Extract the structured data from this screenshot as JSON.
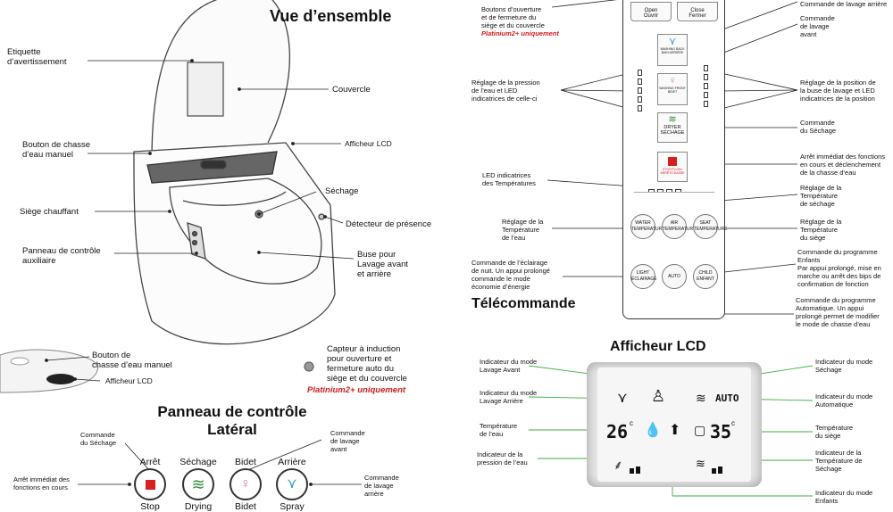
{
  "overview": {
    "title": "Vue d’ensemble",
    "labels": {
      "warning": "Etiquette\nd’avertissement",
      "lid": "Couvercle",
      "flush_button": "Bouton de chasse\nd’eau manuel",
      "lcd": "Afficheur LCD",
      "drying": "Séchage",
      "presence": "Détecteur de présence",
      "heated_seat": "Siège chauffant",
      "aux_panel": "Panneau de contrôle\nauxiliaire",
      "nozzle": "Buse pour\nLavage avant\net arrière",
      "induction": "Capteur à induction\npour ouverture et\nfermeture auto du\nsiège et du couvercle",
      "induction_note": "Platinium2+ uniquement"
    },
    "inset": {
      "flush_button": "Bouton de\nchasse d’eau manuel",
      "lcd": "Afficheur LCD"
    }
  },
  "side_panel": {
    "title": "Panneau de contrôle\nLatéral",
    "buttons": [
      {
        "label": "Arrêt",
        "sub": "Stop",
        "color": "#d81f1f"
      },
      {
        "label": "Séchage",
        "sub": "Drying",
        "color": "#2e8b3a"
      },
      {
        "label": "Bidet",
        "sub": "Bidet",
        "color": "#e07a90"
      },
      {
        "label": "Arrière",
        "sub": "Spray",
        "color": "#3aa0c8"
      }
    ],
    "annotations": {
      "drying_cmd": "Commande\ndu Séchage",
      "front_wash_cmd": "Commande\nde lavage\navant",
      "stop_all": "Arrêt immédiat des\nfonctions en cours",
      "rear_wash_cmd": "Commande\nde lavage\narrière"
    }
  },
  "remote": {
    "title": "Télécommande",
    "top_buttons": [
      {
        "label": "Open\nOuvrir"
      },
      {
        "label": "Close\nFermer"
      }
    ],
    "buttons": {
      "rear": "WASHING BACK\nBAIN ARRIÈRE",
      "front": "WASHING FRONT\nBIDET",
      "dryer": "DRYER\nSÉCHAGE",
      "stop": "STOP/FLUSH\nARRÊT/CHASSE"
    },
    "round_buttons": [
      {
        "label": "WATER\nTEMPERATURE"
      },
      {
        "label": "AIR\nTEMPERATURE"
      },
      {
        "label": "SEAT\nTEMPERATURE"
      },
      {
        "label": "LIGHT\nÉCLAIRAGE"
      },
      {
        "label": "AUTO"
      },
      {
        "label": "CHILD\nENFANT"
      }
    ],
    "annotations": {
      "open_close": "Boutons d’ouverture\net de fermeture du\nsiège et du couvercle",
      "open_close_note": "Platinium2+ uniquement",
      "rear_wash": "Commande de lavage arrière",
      "front_wash": "Commande\nde lavage\navant",
      "pressure": "Réglage de la pression\nde l’eau et LED\nindicatrices de celle-ci",
      "position": "Réglage de la position de\nla buse de lavage et LED\nindicatrices de la position",
      "drying": "Commande\ndu Séchage",
      "stop": "Arrêt immédiat des fonctions\nen cours et déclenchement\nde la chasse d’eau",
      "temp_leds": "LED indicatrices\ndes Températures",
      "dry_temp": "Réglage de la\nTempérature\nde séchage",
      "water_temp": "Réglage de la\nTempérature\nde l’eau",
      "seat_temp": "Réglage de la\nTempérature\ndu siège",
      "night_light": "Commande de l’éclairage\nde nuit. Un appui prolongé\ncommande le mode\néconomie d’énergie",
      "child": "Commande du programme\nEnfants\nPar appui prolongé, mise en\nmarche ou arrêt des bips de\nconfirmation de fonction",
      "auto": "Commande du programme\nAutomatique. Un appui\nprolongé permet de modifier\nle mode de chasse d’eau"
    }
  },
  "lcd": {
    "title": "Afficheur LCD",
    "water_temp": "26",
    "seat_temp": "35",
    "auto": "AUTO",
    "annotations": {
      "front_mode": "Indicateur du mode\nLavage Avant",
      "rear_mode": "Indicateur du mode\nLavage Arrière",
      "water_temp": "Température\nde l’eau",
      "pressure": "Indicateur de la\npression de l’eau",
      "dry_mode": "Indicateur du mode\nSéchage",
      "auto_mode": "Indicateur du mode\nAutomatique",
      "seat_temp": "Température\ndu siège",
      "dry_temp": "Indicateur de la\nTempérature de\nSéchage",
      "child_mode": "Indicateur du mode\nEnfants"
    }
  }
}
